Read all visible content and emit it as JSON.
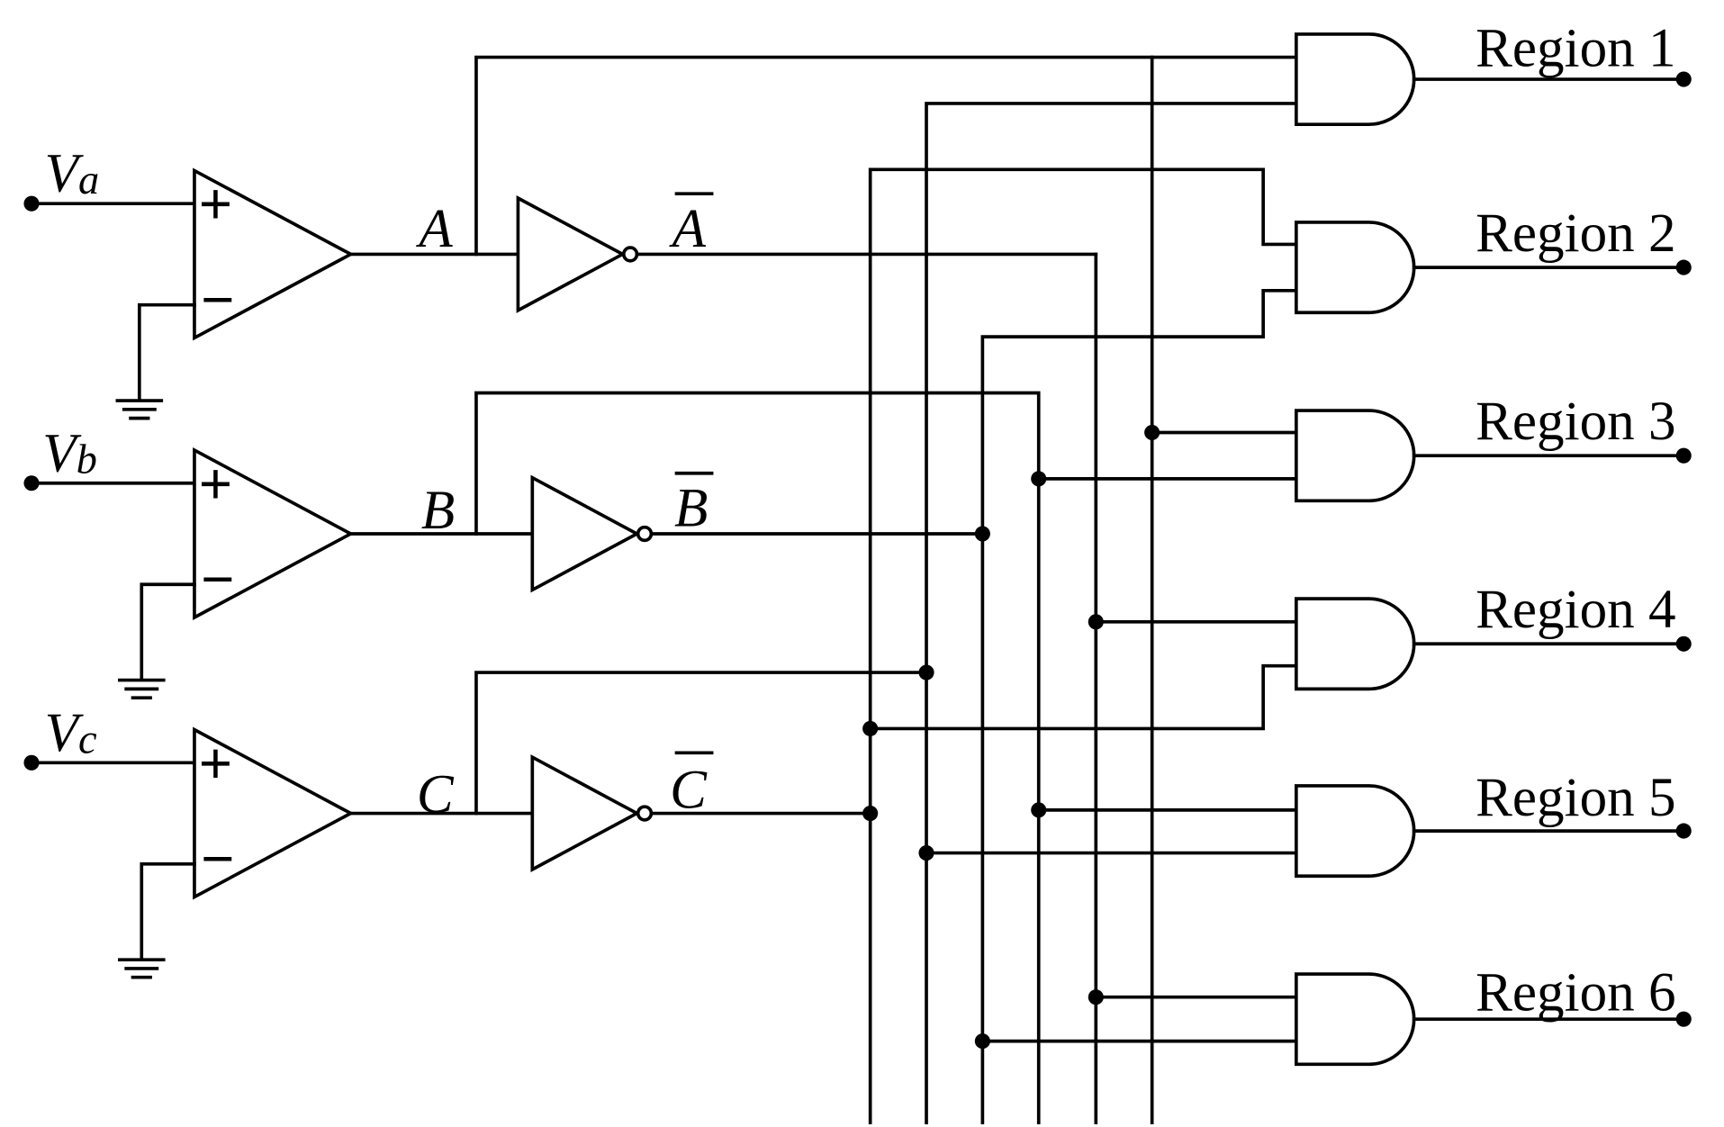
{
  "inputs": [
    {
      "var": "V",
      "sub": "a"
    },
    {
      "var": "V",
      "sub": "b"
    },
    {
      "var": "V",
      "sub": "c"
    }
  ],
  "comparator": {
    "plus": "+",
    "minus": "−"
  },
  "signals": [
    "A",
    "B",
    "C"
  ],
  "inverted_signals": [
    "A",
    "B",
    "C"
  ],
  "outputs": [
    "Region 1",
    "Region 2",
    "Region 3",
    "Region 4",
    "Region 5",
    "Region 6"
  ]
}
